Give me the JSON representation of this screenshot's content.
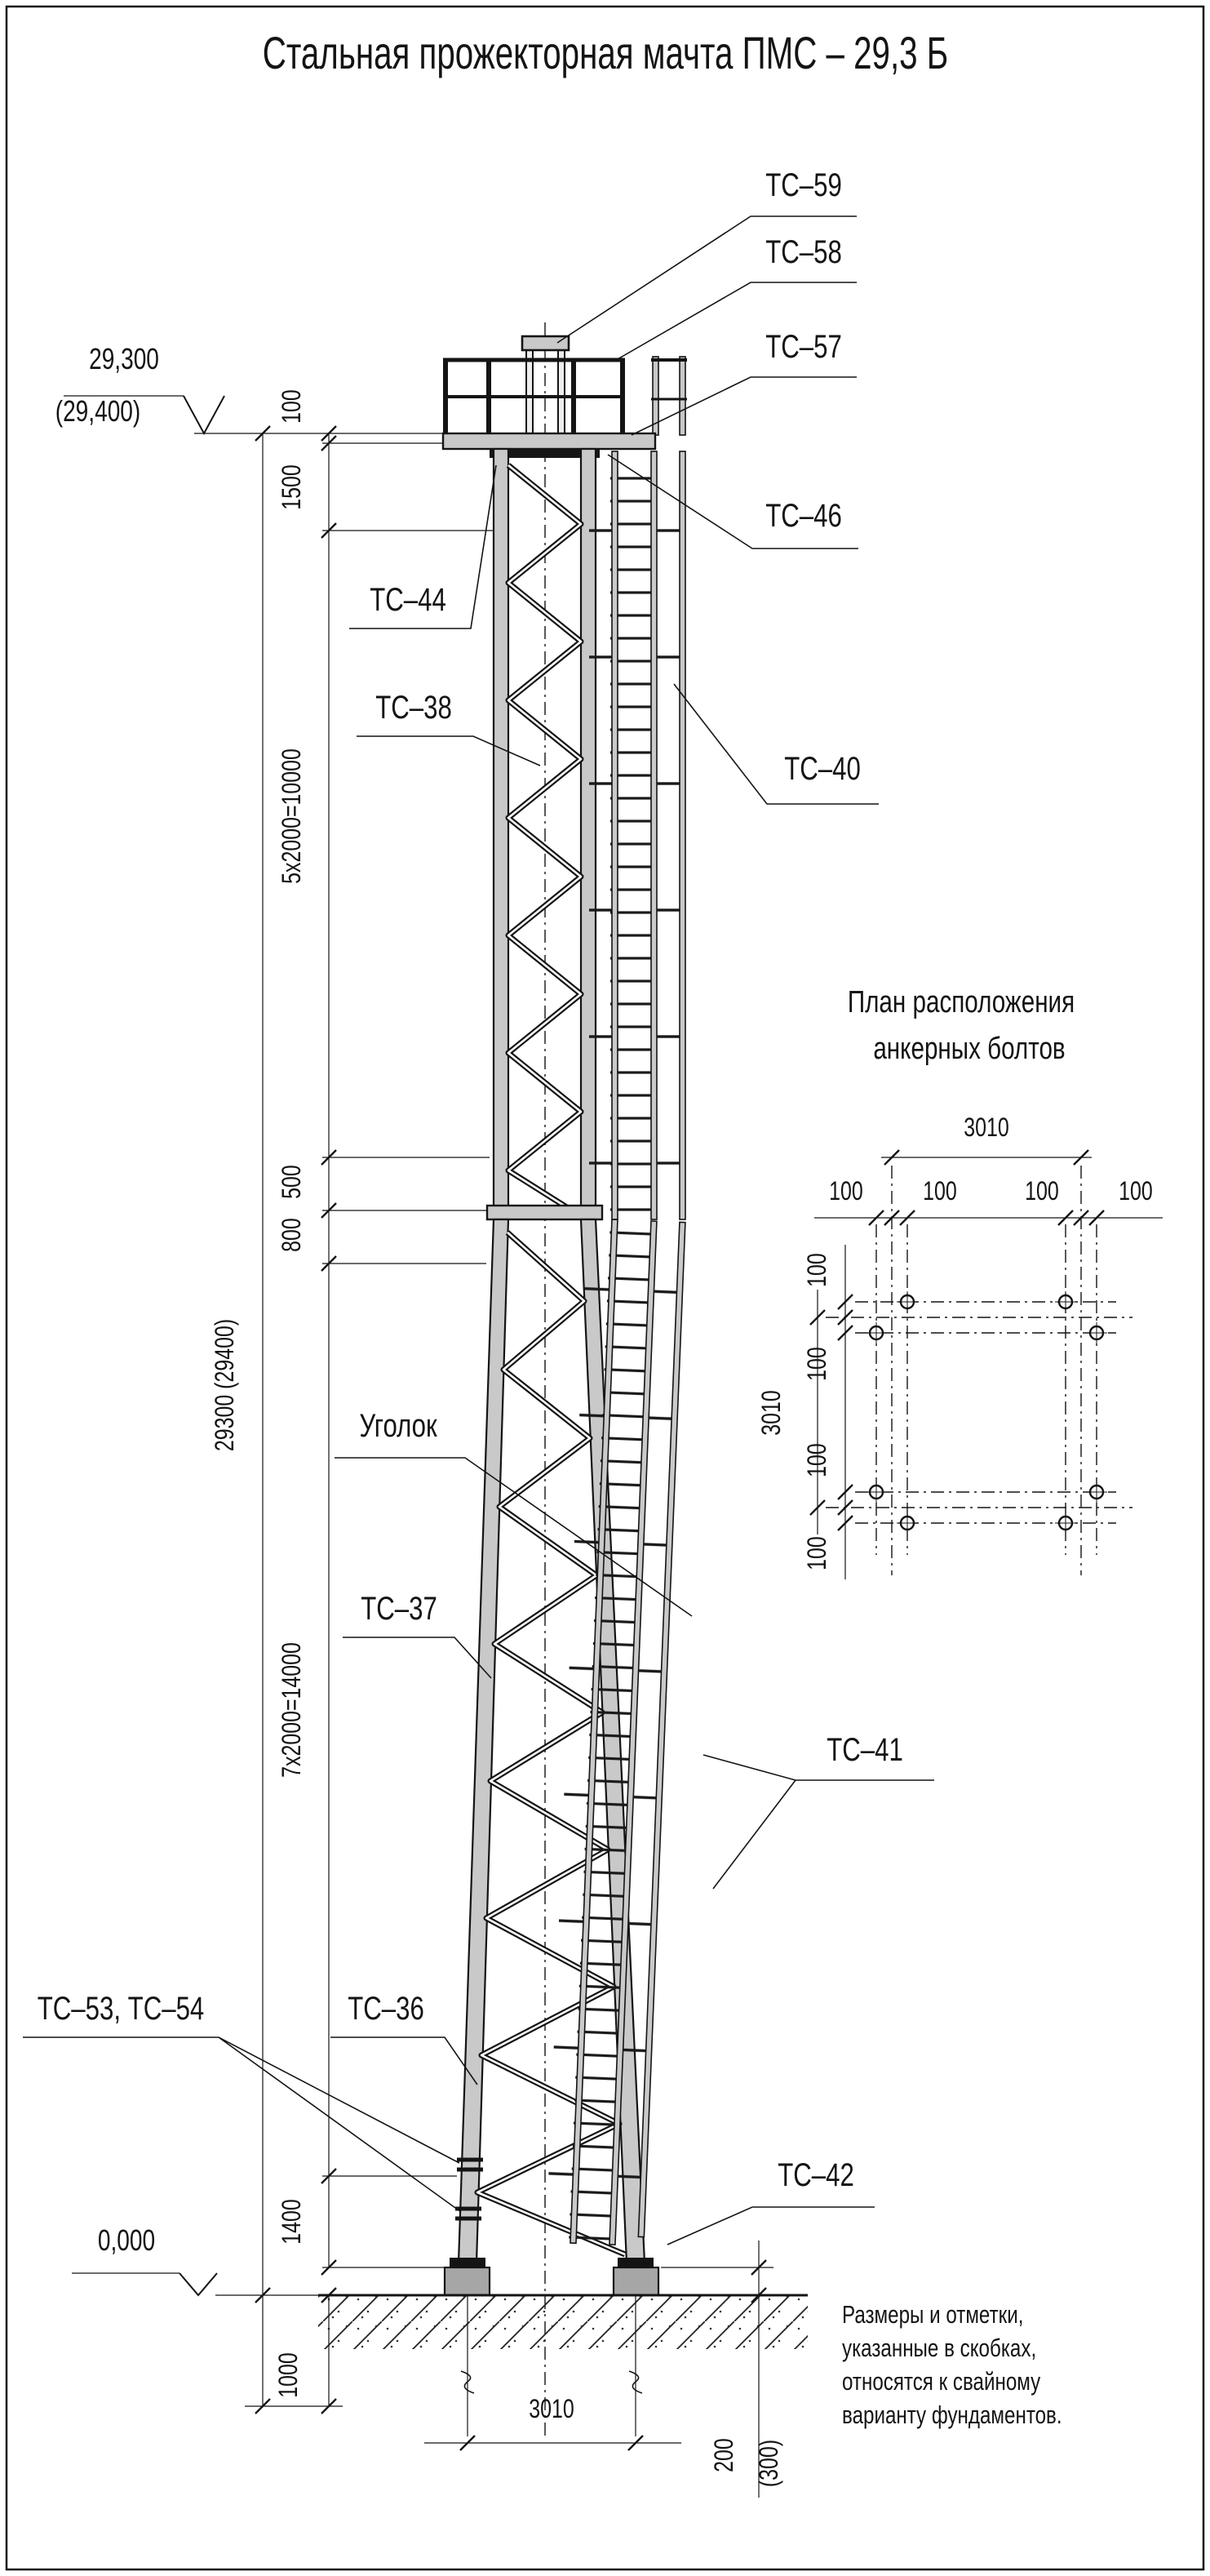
{
  "title": "Стальная прожекторная мачта ПМС – 29,3 Б",
  "elevations": {
    "top": "29,300",
    "top_alt": "(29,400)",
    "base": "0,000"
  },
  "dimensions": {
    "d100": "100",
    "d1500": "1500",
    "d5x2000": "5x2000=10000",
    "d500": "500",
    "d800": "800",
    "d29300_total": "29300  (29400)",
    "d7x2000": "7x2000=14000",
    "d1400": "1400",
    "d1000": "1000",
    "d3010": "3010",
    "d200": "200",
    "d300": "(300)"
  },
  "labels": {
    "tc59": "ТС–59",
    "tc58": "ТС–58",
    "tc57": "ТС–57",
    "tc46": "ТС–46",
    "tc44": "ТС–44",
    "tc38": "ТС–38",
    "tc40": "ТС–40",
    "ugolok": "Уголок",
    "tc37": "ТС–37",
    "tc41": "ТС–41",
    "tc36": "ТС–36",
    "tc53_54": "ТС–53, ТС–54",
    "tc42": "ТС–42"
  },
  "plan": {
    "title_line1": "План расположения",
    "title_line2": "анкерных болтов",
    "dim_3010": "3010",
    "dim_100": "100"
  },
  "note": {
    "lines": [
      "Размеры и отметки,",
      "указанные в скобках,",
      "относятся к свайному",
      "варианту фундаментов."
    ]
  }
}
